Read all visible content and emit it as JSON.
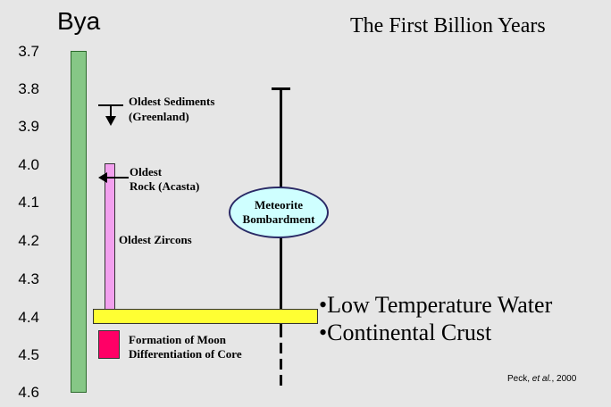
{
  "title": "The First Billion Years",
  "axis": {
    "unit": "Bya",
    "ticks": [
      "3.7",
      "3.8",
      "3.9",
      "4.0",
      "4.1",
      "4.2",
      "4.3",
      "4.4",
      "4.5",
      "4.6"
    ]
  },
  "events": {
    "oldest_sediments": {
      "line1": "Oldest Sediments",
      "line2": "(Greenland)"
    },
    "oldest_rock": {
      "line1": "Oldest",
      "line2": "Rock (Acasta)"
    },
    "oldest_zircons": "Oldest Zircons",
    "meteorite_bombardment": {
      "line1": "Meteorite",
      "line2": "Bombardment"
    },
    "moon": {
      "line1": "Formation of Moon",
      "line2": "Differentiation of Core"
    },
    "water": "•Low Temperature Water",
    "crust": "•Continental Crust"
  },
  "citation": {
    "author": "Peck, ",
    "etal": "et al.",
    "year": ", 2000"
  },
  "colors": {
    "timeline": "#86c786",
    "zircons": "#f2a0ee",
    "water_crust": "#ffff33",
    "moon": "#ff0066",
    "bombardment": "#cfffff"
  }
}
